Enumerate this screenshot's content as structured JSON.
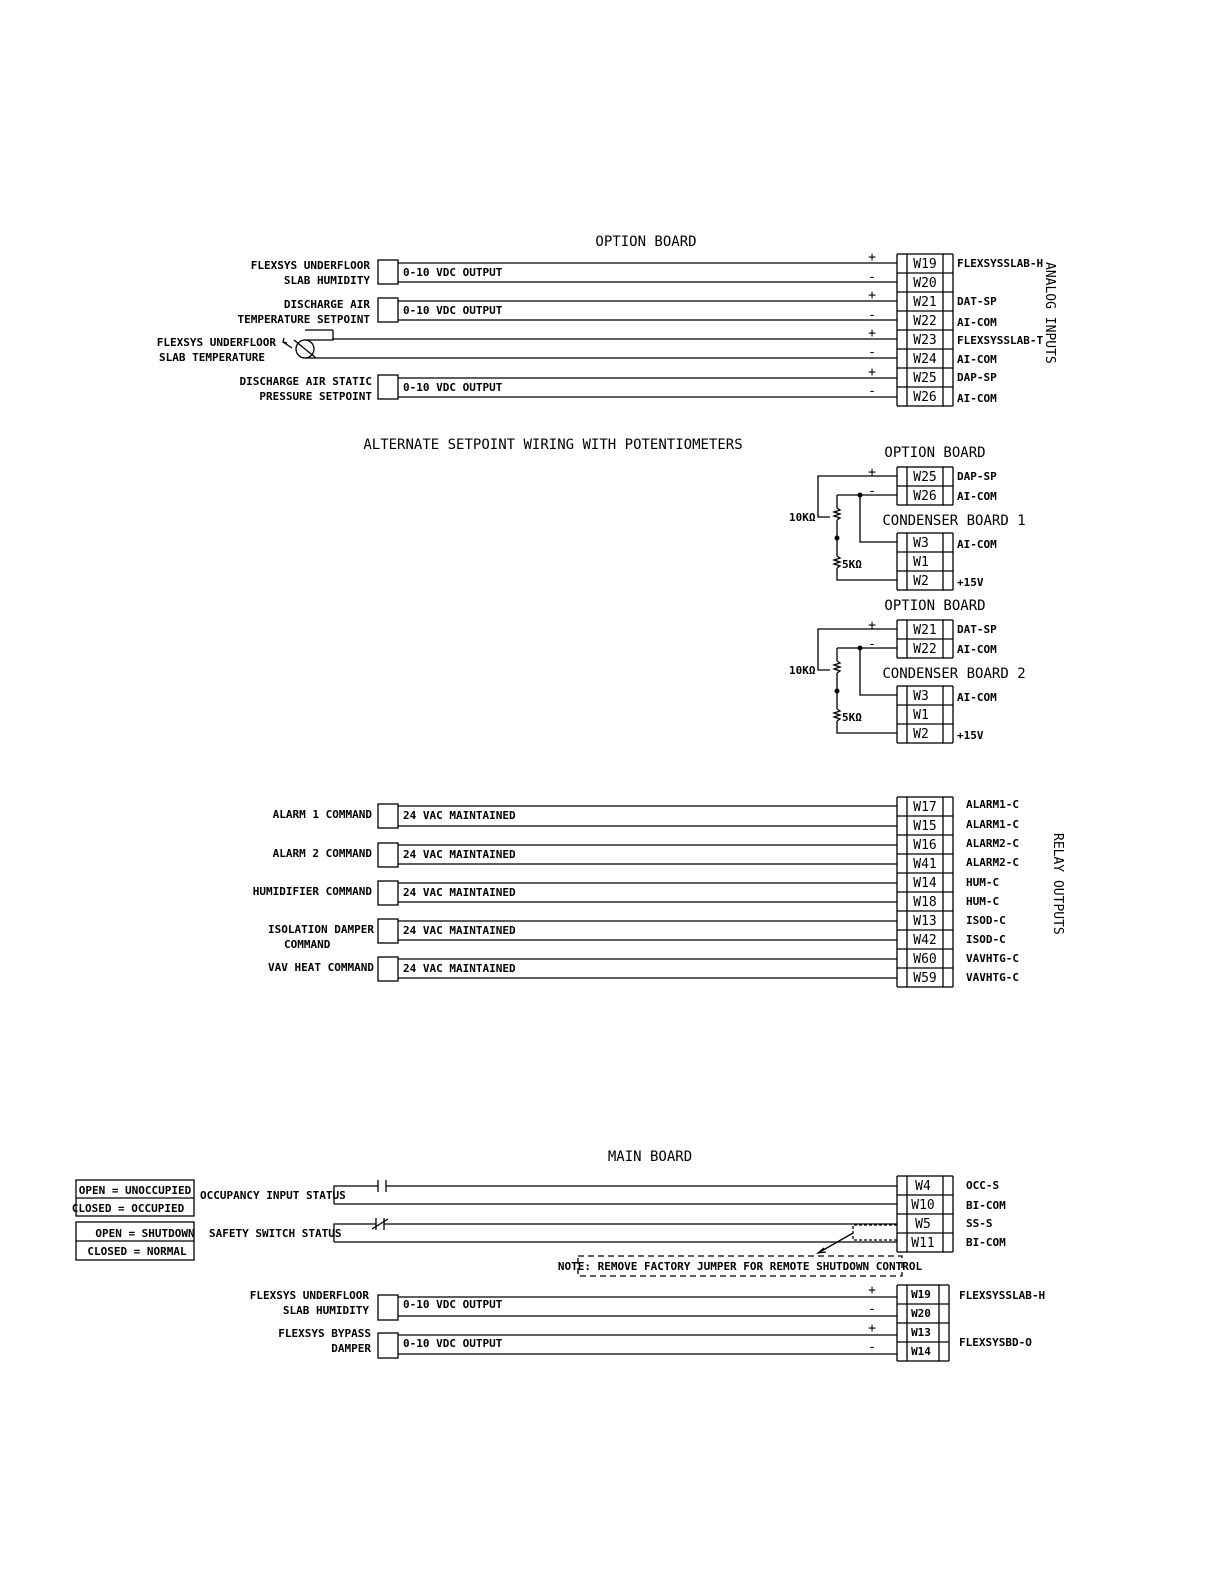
{
  "analog": {
    "title": "OPTION BOARD",
    "side_label": "ANALOG INPUTS",
    "rows": [
      {
        "term": "W19",
        "pol": "+",
        "sig": "FLEXSYSSLAB-H"
      },
      {
        "term": "W20",
        "pol": "-",
        "sig": ""
      },
      {
        "term": "W21",
        "pol": "+",
        "sig": "DAT-SP"
      },
      {
        "term": "W22",
        "pol": "-",
        "sig": "AI-COM"
      },
      {
        "term": "W23",
        "pol": "+",
        "sig": "FLEXSYSSLAB-T"
      },
      {
        "term": "W24",
        "pol": "-",
        "sig": "AI-COM"
      },
      {
        "term": "W25",
        "pol": "+",
        "sig": "DAP-SP"
      },
      {
        "term": "W26",
        "pol": "-",
        "sig": "AI-COM"
      }
    ],
    "devices": [
      {
        "line1": "FLEXSYS UNDERFLOOR",
        "line2": "SLAB HUMIDITY",
        "output": "0-10 VDC OUTPUT"
      },
      {
        "line1": "DISCHARGE AIR",
        "line2": "TEMPERATURE SETPOINT",
        "output": "0-10 VDC OUTPUT"
      },
      {
        "line1": "FLEXSYS UNDERFLOOR",
        "line2": "SLAB TEMPERATURE",
        "output": ""
      },
      {
        "line1": "DISCHARGE AIR STATIC",
        "line2": "PRESSURE SETPOINT",
        "output": "0-10 VDC OUTPUT"
      }
    ]
  },
  "alternate": {
    "title": "ALTERNATE SETPOINT WIRING WITH POTENTIOMETERS",
    "groups": [
      {
        "board": "OPTION BOARD",
        "rows": [
          {
            "term": "W25",
            "pol": "+",
            "sig": "DAP-SP"
          },
          {
            "term": "W26",
            "pol": "-",
            "sig": "AI-COM"
          }
        ],
        "condenser": "CONDENSER BOARD 1",
        "crows": [
          {
            "term": "W3",
            "sig": "AI-COM"
          },
          {
            "term": "W1",
            "sig": ""
          },
          {
            "term": "W2",
            "sig": "+15V"
          }
        ],
        "pot1": "10KΩ",
        "pot2": "5KΩ"
      },
      {
        "board": "OPTION BOARD",
        "rows": [
          {
            "term": "W21",
            "pol": "+",
            "sig": "DAT-SP"
          },
          {
            "term": "W22",
            "pol": "-",
            "sig": "AI-COM"
          }
        ],
        "condenser": "CONDENSER BOARD 2",
        "crows": [
          {
            "term": "W3",
            "sig": "AI-COM"
          },
          {
            "term": "W1",
            "sig": ""
          },
          {
            "term": "W2",
            "sig": "+15V"
          }
        ],
        "pot1": "10KΩ",
        "pot2": "5KΩ"
      }
    ]
  },
  "relay": {
    "side_label": "RELAY OUTPUTS",
    "rows": [
      {
        "term": "W17",
        "sig": "ALARM1-C"
      },
      {
        "term": "W15",
        "sig": "ALARM1-C"
      },
      {
        "term": "W16",
        "sig": "ALARM2-C"
      },
      {
        "term": "W41",
        "sig": "ALARM2-C"
      },
      {
        "term": "W14",
        "sig": "HUM-C"
      },
      {
        "term": "W18",
        "sig": "HUM-C"
      },
      {
        "term": "W13",
        "sig": "ISOD-C"
      },
      {
        "term": "W42",
        "sig": "ISOD-C"
      },
      {
        "term": "W60",
        "sig": "VAVHTG-C"
      },
      {
        "term": "W59",
        "sig": "VAVHTG-C"
      }
    ],
    "devices": [
      {
        "line1": "ALARM 1 COMMAND",
        "line2": "",
        "output": "24 VAC MAINTAINED"
      },
      {
        "line1": "ALARM 2 COMMAND",
        "line2": "",
        "output": "24 VAC MAINTAINED"
      },
      {
        "line1": "HUMIDIFIER COMMAND",
        "line2": "",
        "output": "24 VAC MAINTAINED"
      },
      {
        "line1": "ISOLATION DAMPER",
        "line2": "COMMAND",
        "output": "24 VAC MAINTAINED"
      },
      {
        "line1": "VAV HEAT COMMAND",
        "line2": "",
        "output": "24 VAC MAINTAINED"
      }
    ]
  },
  "main": {
    "title": "MAIN BOARD",
    "rows": [
      {
        "term": "W4",
        "sig": "OCC-S"
      },
      {
        "term": "W10",
        "sig": "BI-COM"
      },
      {
        "term": "W5",
        "sig": "SS-S"
      },
      {
        "term": "W11",
        "sig": "BI-COM"
      }
    ],
    "legends": [
      {
        "open": "OPEN = UNOCCUPIED",
        "closed": "CLOSED = OCCUPIED"
      },
      {
        "open": "OPEN = SHUTDOWN",
        "closed": "CLOSED = NORMAL"
      }
    ],
    "inputs": [
      "OCCUPANCY INPUT STATUS",
      "SAFETY SWITCH STATUS"
    ],
    "note": "NOTE: REMOVE FACTORY JUMPER FOR REMOTE SHUTDOWN CONTROL",
    "rows2": [
      {
        "term": "W19",
        "pol": "+",
        "sig": "FLEXSYSSLAB-H"
      },
      {
        "term": "W20",
        "pol": "-",
        "sig": ""
      },
      {
        "term": "W13",
        "pol": "+",
        "sig": "FLEXSYSBD-O"
      },
      {
        "term": "W14",
        "pol": "-",
        "sig": ""
      }
    ],
    "devices": [
      {
        "line1": "FLEXSYS UNDERFLOOR",
        "line2": "SLAB HUMIDITY",
        "output": "0-10 VDC OUTPUT"
      },
      {
        "line1": "FLEXSYS  BYPASS",
        "line2": "DAMPER",
        "output": "0-10 VDC OUTPUT"
      }
    ]
  }
}
